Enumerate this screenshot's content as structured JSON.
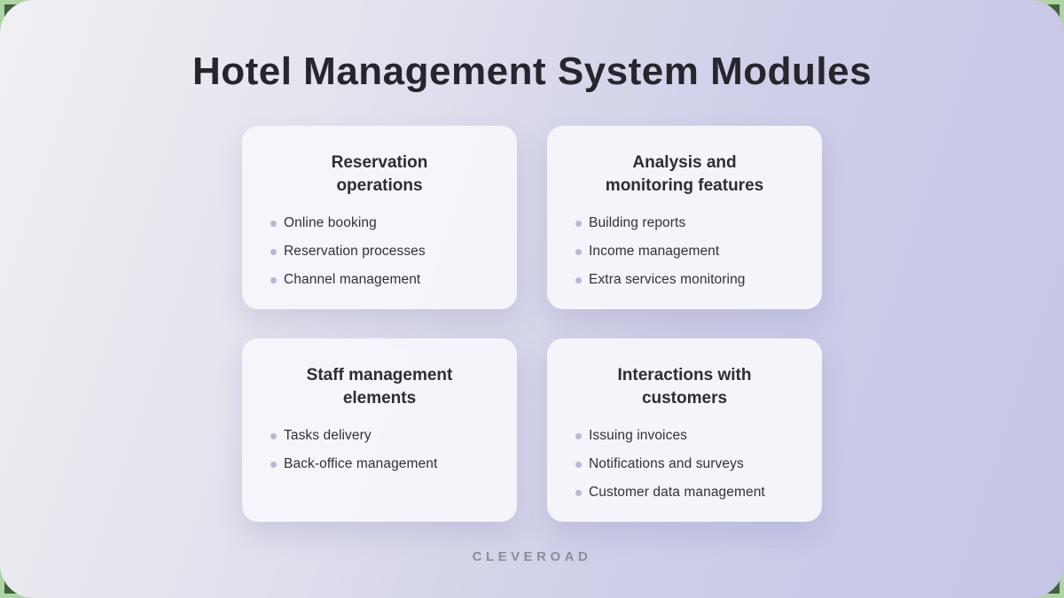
{
  "title": "Hotel Management System Modules",
  "cards": [
    {
      "heading": "Reservation operations",
      "heading_lines": [
        "Reservation",
        "operations"
      ],
      "items": [
        "Online booking",
        "Reservation processes",
        "Channel management"
      ]
    },
    {
      "heading": "Analysis and monitoring features",
      "heading_lines": [
        "Analysis and",
        "monitoring features"
      ],
      "items": [
        "Building reports",
        "Income management",
        "Extra services monitoring"
      ]
    },
    {
      "heading": "Staff management elements",
      "heading_lines": [
        "Staff management",
        "elements"
      ],
      "items": [
        "Tasks delivery",
        "Back-office management"
      ]
    },
    {
      "heading": "Interactions with customers",
      "heading_lines": [
        "Interactions with",
        "customers"
      ],
      "items": [
        "Issuing invoices",
        "Notifications and surveys",
        "Customer data management"
      ]
    }
  ],
  "logo": "CLEVEROAD",
  "colors": {
    "background_gradient_start": "#f0f0f4",
    "background_gradient_end": "#c5c5e6",
    "card_background": "#f6f6fc",
    "title_text": "#26262e",
    "body_text": "#31313b",
    "bullet_dot": "#b9b7d2",
    "logo_text": "#8d8d97",
    "outer_corner_green": "#41603c",
    "outer_background_green": "#aed3a4"
  }
}
